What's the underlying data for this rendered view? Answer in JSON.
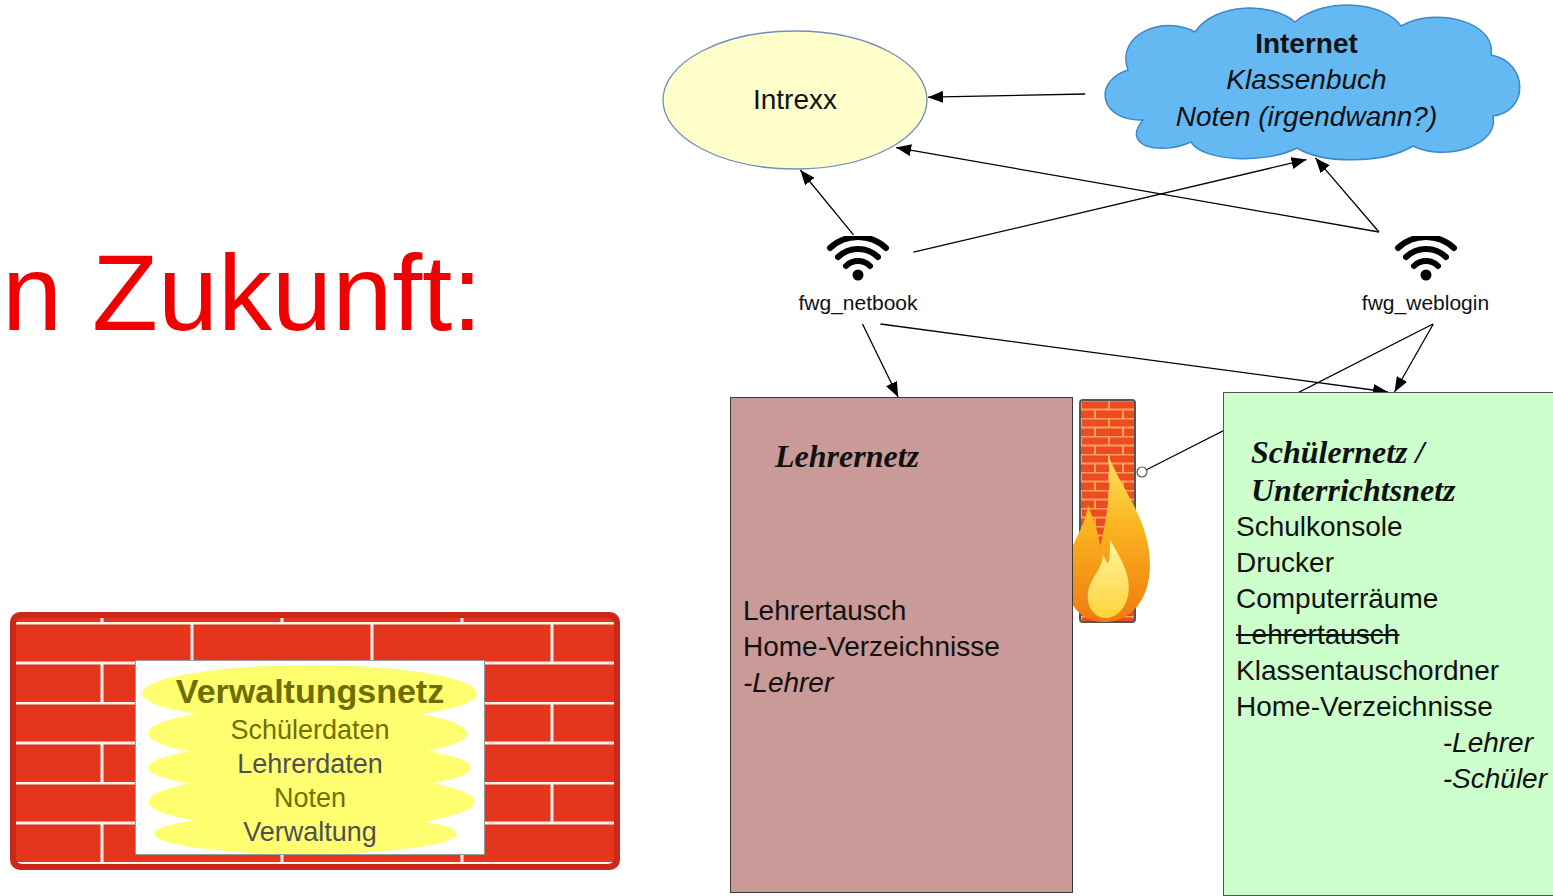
{
  "diagram": {
    "title": "n Zukunft:",
    "nodes": [
      {
        "text": [
          "Intrexx"
        ]
      },
      {
        "text": [
          "Internet",
          "Klassenbuch",
          "Noten (irgendwann?)"
        ]
      },
      {
        "text": [
          "fwg_netbook"
        ]
      },
      {
        "text": [
          "fwg_weblogin"
        ]
      },
      {
        "text": [
          "Lehrernetz",
          "Lehrertausch",
          "Home-Verzeichnisse",
          "-Lehrer"
        ]
      },
      {
        "text": [
          "Schülernetz / Unterrichtsnetz",
          "Schulkonsole",
          "Drucker",
          "Computerräume",
          "Lehrertausch",
          "Klassentauschordner",
          "Home-Verzeichnisse",
          "-Lehrer",
          "-Schüler"
        ]
      },
      {
        "text": [
          "Verwaltungsnetz",
          "Schülerdaten",
          "Lehrerdaten",
          "Noten",
          "Verwaltung"
        ]
      }
    ],
    "edges": [
      {
        "from": 1,
        "to": 0,
        "arrow": "to"
      },
      {
        "from": 2,
        "to": 0,
        "arrow": "to"
      },
      {
        "from": 2,
        "to": 1,
        "arrow": "to"
      },
      {
        "from": 3,
        "to": 0,
        "arrow": "to"
      },
      {
        "from": 3,
        "to": 1,
        "arrow": "to"
      },
      {
        "from": 2,
        "to": 4,
        "arrow": "to"
      },
      {
        "from": 2,
        "to": 5,
        "arrow": "to"
      },
      {
        "from": 3,
        "to": 5,
        "arrow": "to"
      }
    ]
  }
}
